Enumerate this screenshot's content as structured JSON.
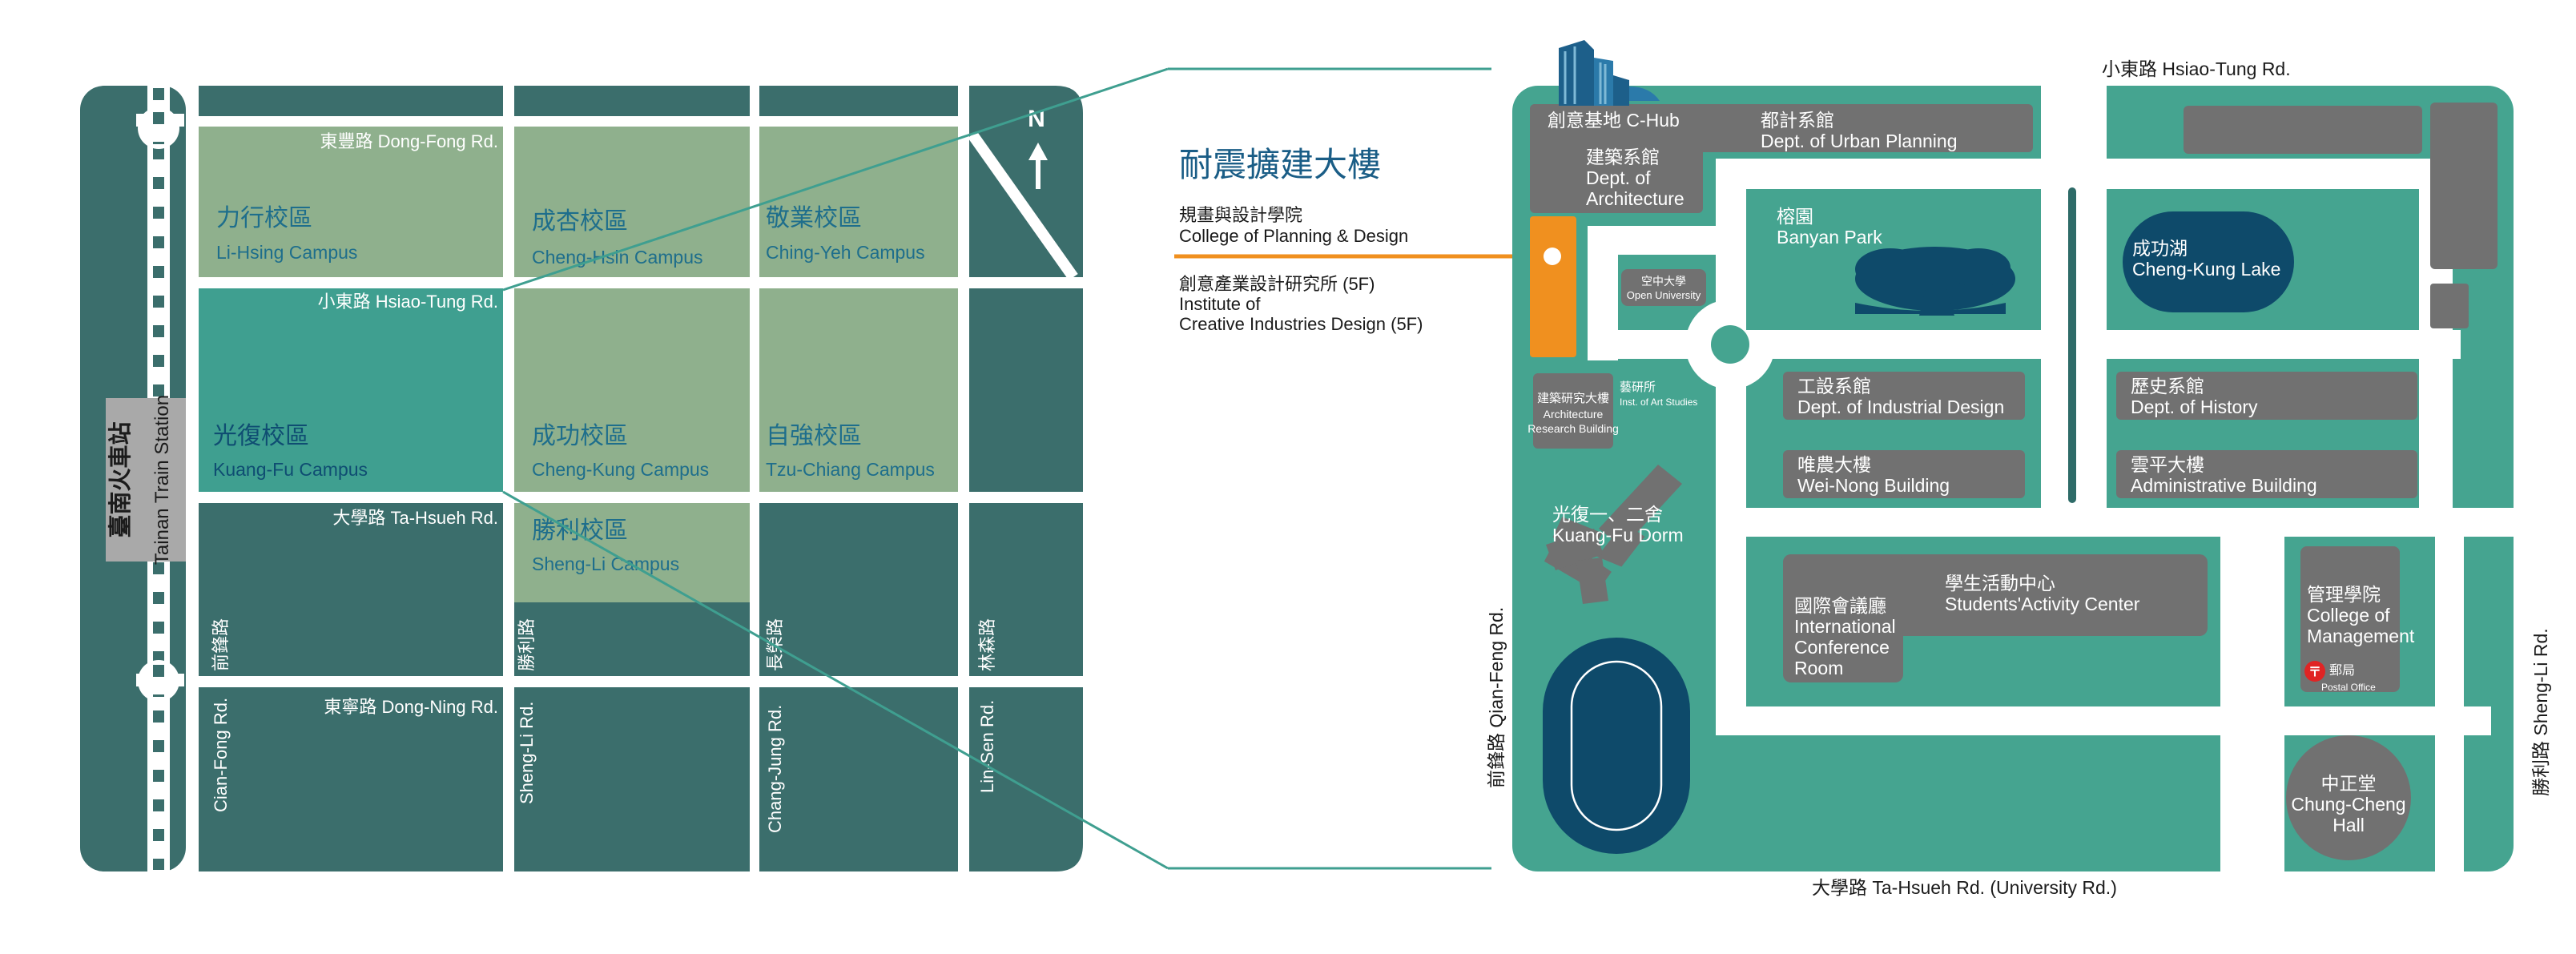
{
  "city_map": {
    "station": "臺南火車站",
    "station_en": "Tainan Train Station",
    "north": "N",
    "roads": {
      "dong_feng": "東豐路 Dong-Fong Rd.",
      "hsiao_tung": "小東路 Hsiao-Tung Rd.",
      "ta_hsueh": "大學路 Ta-Hsueh Rd.",
      "dong_ning": "東寧路 Dong-Ning Rd.",
      "qian_feng_zh": "前鋒路",
      "qian_feng_en": "Cian-Fong Rd.",
      "sheng_li_zh": "勝利路",
      "sheng_li_en": "Sheng-Li Rd.",
      "chang_jung_zh": "長榮路",
      "chang_jung_en": "Chang-Jung Rd.",
      "lin_sen_zh": "林森路",
      "lin_sen_en": "Lin-Sen Rd."
    },
    "campuses": {
      "li_hsing": {
        "zh": "力行校區",
        "en": "Li-Hsing Campus"
      },
      "cheng_hsin": {
        "zh": "成杏校區",
        "en": "Cheng-Hsin Campus"
      },
      "ching_yeh": {
        "zh": "敬業校區",
        "en": "Ching-Yeh Campus"
      },
      "kuang_fu": {
        "zh": "光復校區",
        "en": "Kuang-Fu Campus"
      },
      "cheng_kung": {
        "zh": "成功校區",
        "en": "Cheng-Kung Campus"
      },
      "tzu_chiang": {
        "zh": "自強校區",
        "en": "Tzu-Chiang Campus"
      },
      "sheng_li": {
        "zh": "勝利校區",
        "en": "Sheng-Li Campus"
      }
    }
  },
  "callout": {
    "title": "耐震擴建大樓",
    "line1_zh": "規畫與設計學院",
    "line1_en": "College of Planning & Design",
    "line2_zh": "創意產業設計研究所 (5F)",
    "line2_en1": "Institute of",
    "line2_en2": "Creative Industries Design (5F)"
  },
  "campus_map": {
    "road_top": "小東路 Hsiao-Tung Rd.",
    "road_bottom": "大學路 Ta-Hsueh Rd. (University Rd.)",
    "road_left": "前鋒路 Qian-Feng Rd.",
    "road_right": "勝利路 Sheng-Li Rd.",
    "c_hub": "創意基地 C-Hub",
    "urban_zh": "都計系館",
    "urban_en": "Dept. of Urban Planning",
    "arch_zh": "建築系館",
    "arch_en1": "Dept. of",
    "arch_en2": "Architecture",
    "open_zh": "空中大學",
    "open_en": "Open University",
    "banyan_zh": "榕園",
    "banyan_en": "Banyan Park",
    "lake_zh": "成功湖",
    "lake_en": "Cheng-Kung Lake",
    "arb_zh": "建築研究大樓",
    "arb_en1": "Architecture",
    "arb_en2": "Research Building",
    "art_zh": "藝研所",
    "art_en": "Inst. of Art Studies",
    "ind_zh": "工設系館",
    "ind_en": "Dept. of Industrial Design",
    "hist_zh": "歷史系館",
    "hist_en": "Dept. of History",
    "weinong_zh": "唯農大樓",
    "weinong_en": "Wei-Nong Building",
    "yunping_zh": "雲平大樓",
    "yunping_en": "Administrative Building",
    "dorm_zh": "光復一、二舍",
    "dorm_en": "Kuang-Fu Dorm",
    "conf_zh": "國際會議廳",
    "conf_en1": "International",
    "conf_en2": "Conference",
    "conf_en3": "Room",
    "sac_zh": "學生活動中心",
    "sac_en": "Students'Activity Center",
    "mgmt_zh": "管理學院",
    "mgmt_en1": "College of",
    "mgmt_en2": "Management",
    "post_zh": "郵局",
    "post_en": "Postal Office",
    "cc_zh": "中正堂",
    "cc_en1": "Chung-Cheng",
    "cc_en2": "Hall"
  },
  "colors": {
    "light_green": "#8fb08d",
    "teal": "#3f9f90",
    "dark_teal": "#3b6e6c",
    "campus_green": "#45a490",
    "building_gray": "#717171",
    "navy": "#0e4a6a",
    "orange": "#f0901f",
    "title_blue": "#1a5d86"
  }
}
